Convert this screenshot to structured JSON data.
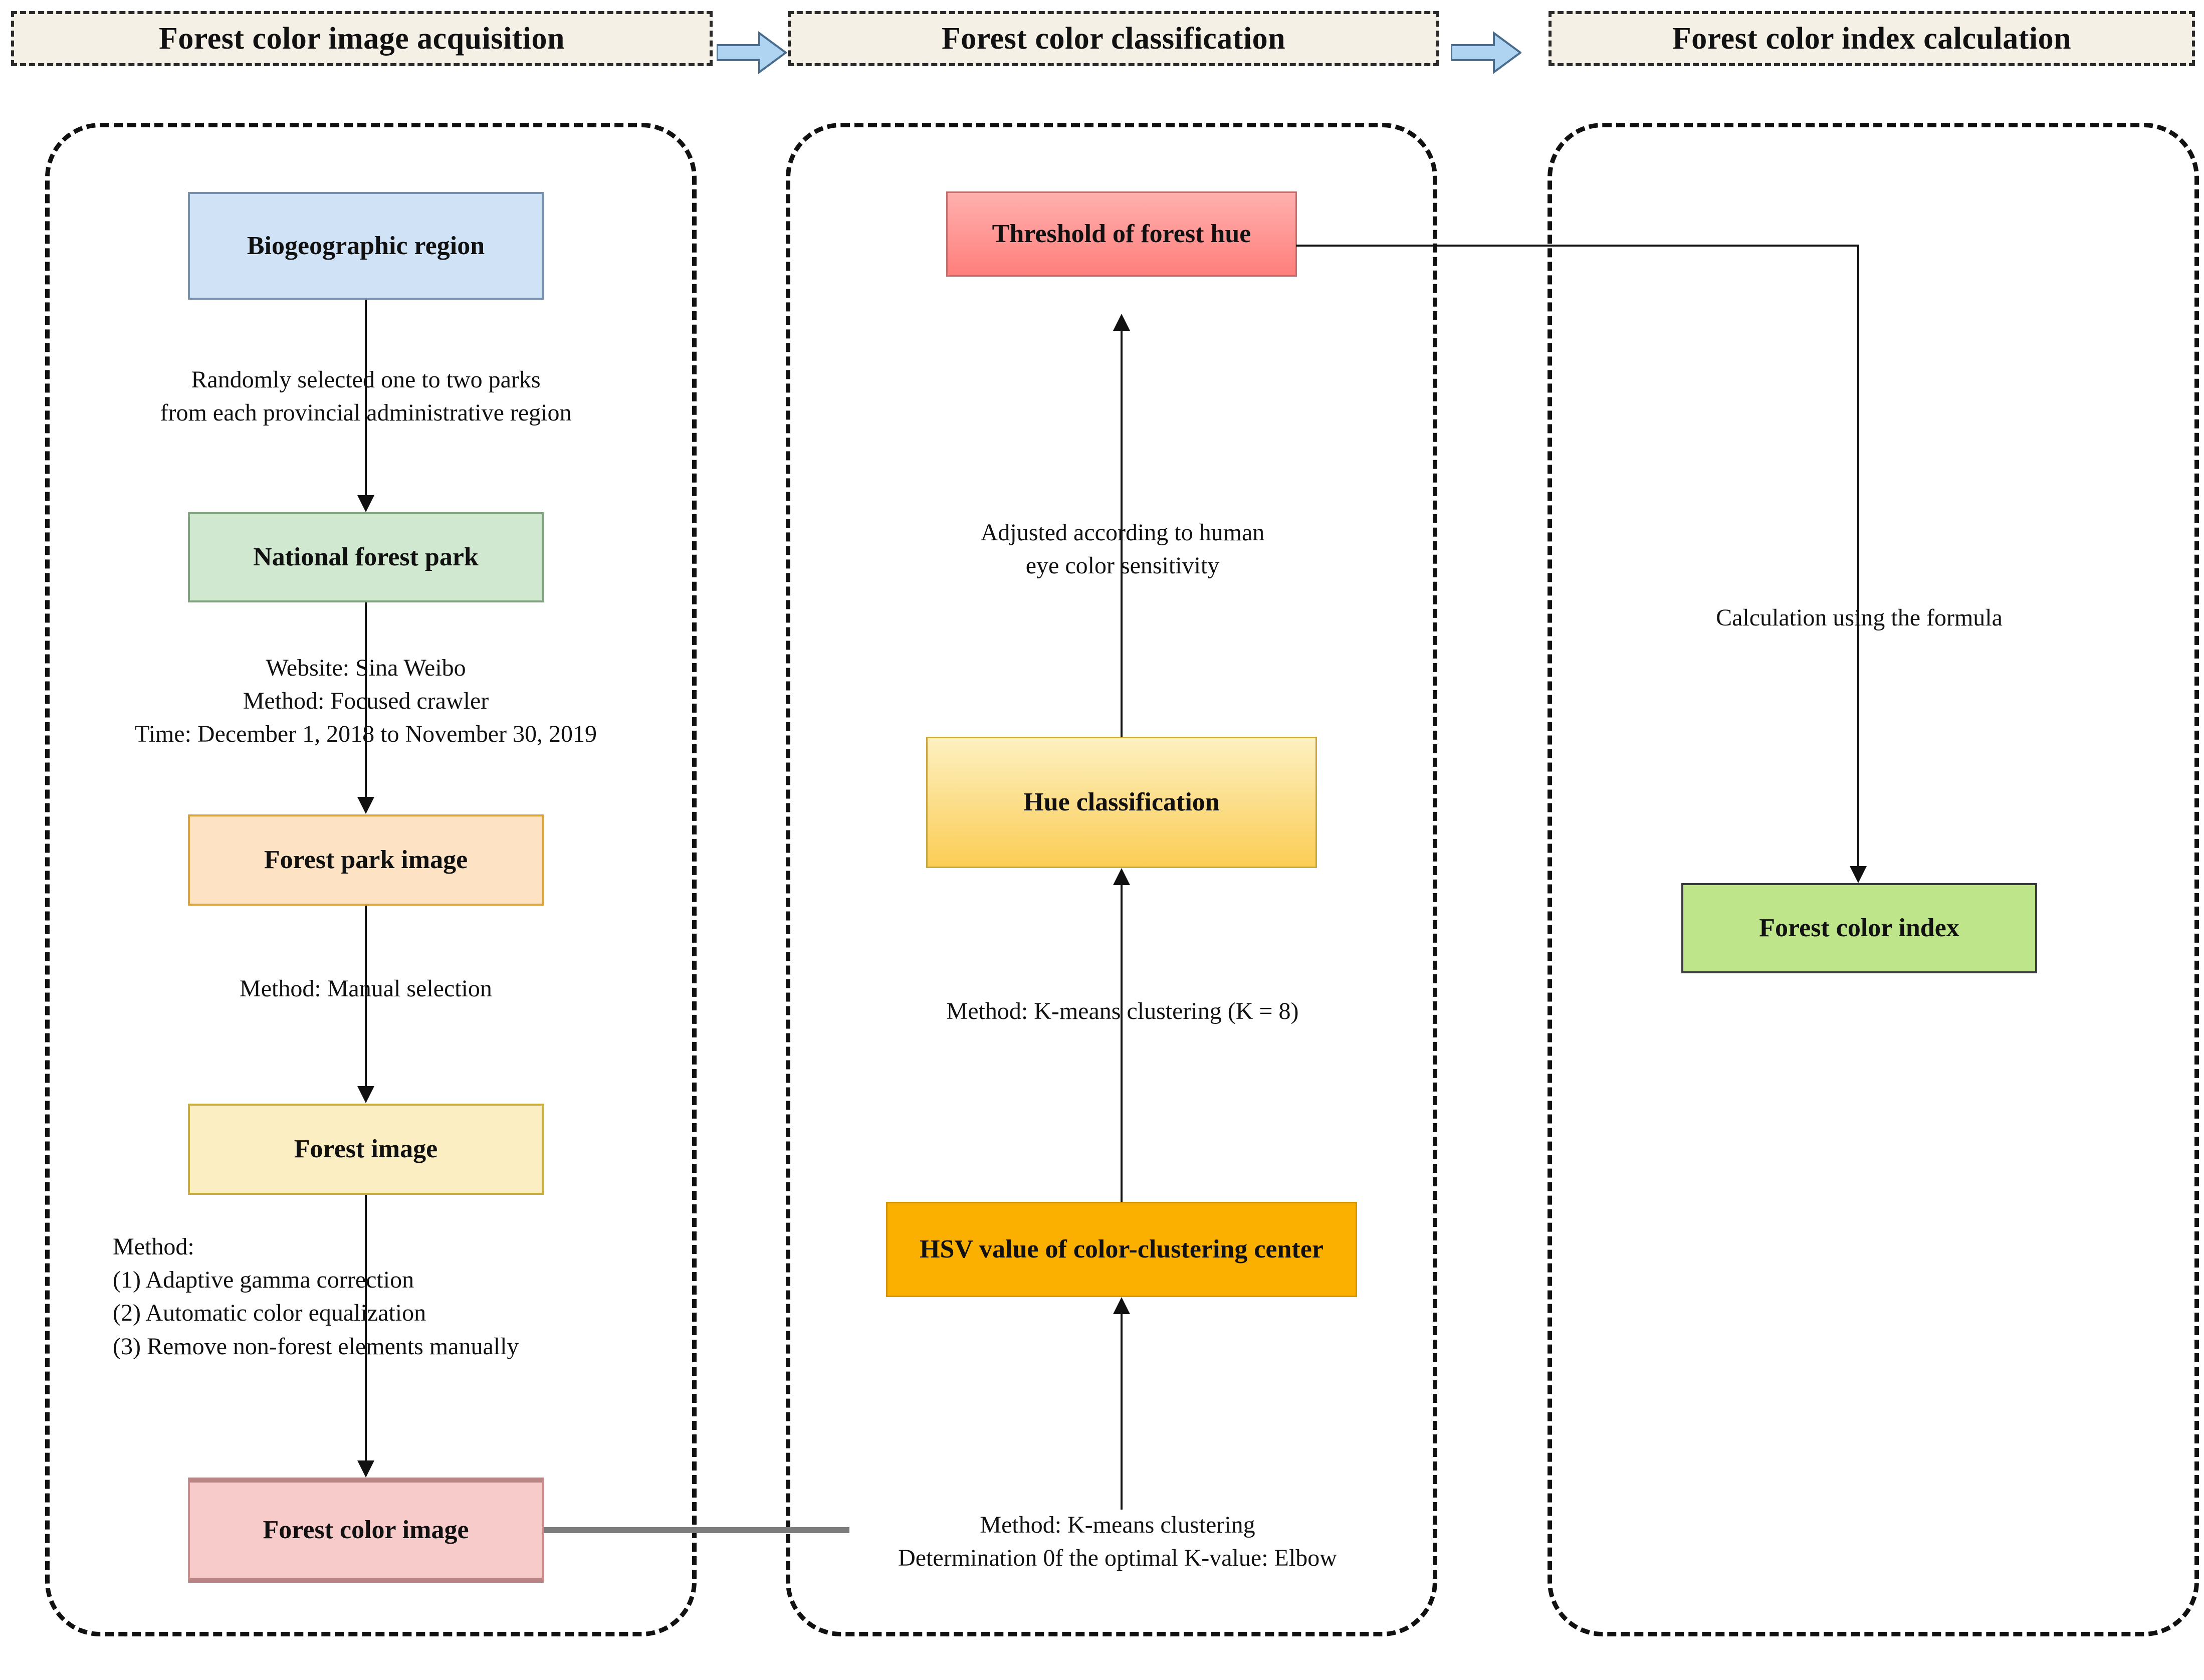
{
  "diagram": {
    "title": "Forest color index workflow",
    "phases": [
      {
        "id": "acquisition",
        "header": "Forest color image acquisition"
      },
      {
        "id": "classification",
        "header": "Forest color classification"
      },
      {
        "id": "index",
        "header": "Forest color index calculation"
      }
    ],
    "nodes": [
      {
        "id": "biogeographic-region",
        "label": "Biogeographic region",
        "color": "#cfe2f6",
        "phase": "acquisition"
      },
      {
        "id": "national-forest-park",
        "label": "National forest park",
        "color": "#cfe8cf",
        "phase": "acquisition"
      },
      {
        "id": "forest-park-image",
        "label": "Forest park image",
        "color": "#fde3c4",
        "phase": "acquisition"
      },
      {
        "id": "forest-image",
        "label": "Forest image",
        "color": "#fbeec2",
        "phase": "acquisition"
      },
      {
        "id": "forest-color-image",
        "label": "Forest color image",
        "color": "#f8cbcb",
        "phase": "acquisition"
      },
      {
        "id": "threshold-forest-hue",
        "label": "Threshold of forest hue",
        "color": "#ff8a87",
        "phase": "classification"
      },
      {
        "id": "hue-classification",
        "label": "Hue classification",
        "color": "#fbcd55",
        "phase": "classification"
      },
      {
        "id": "hsv-cluster-center",
        "label": "HSV value of color-clustering center",
        "color": "#fbb000",
        "phase": "classification"
      },
      {
        "id": "forest-color-index",
        "label": "Forest color index",
        "color": "#bfe58b",
        "phase": "index"
      }
    ],
    "edge_labels": [
      {
        "id": "region-to-park",
        "text": "Randomly selected one to two parks\nfrom each provincial administrative region"
      },
      {
        "id": "park-to-parkimage",
        "text": "Website: Sina Weibo\nMethod: Focused crawler\nTime: December 1, 2018 to November 30, 2019"
      },
      {
        "id": "parkimage-to-image",
        "text": "Method: Manual selection"
      },
      {
        "id": "image-to-colorimage",
        "text": "Method:\n(1) Adaptive gamma correction\n(2) Automatic color equalization\n(3) Remove non-forest elements manually"
      },
      {
        "id": "hue-to-threshold",
        "text": "Adjusted according to human\neye color sensitivity"
      },
      {
        "id": "hsv-to-hue",
        "text": "Method: K-means clustering (K = 8)"
      },
      {
        "id": "colorimage-to-hsv",
        "text": "Method: K-means clustering\nDetermination 0f the optimal K-value: Elbow"
      },
      {
        "id": "threshold-to-index",
        "text": "Calculation using the formula"
      }
    ],
    "connector_arrows": [
      {
        "id": "header-arrow-1",
        "color": "#aed4f2"
      },
      {
        "id": "header-arrow-2",
        "color": "#aed4f2"
      }
    ]
  }
}
